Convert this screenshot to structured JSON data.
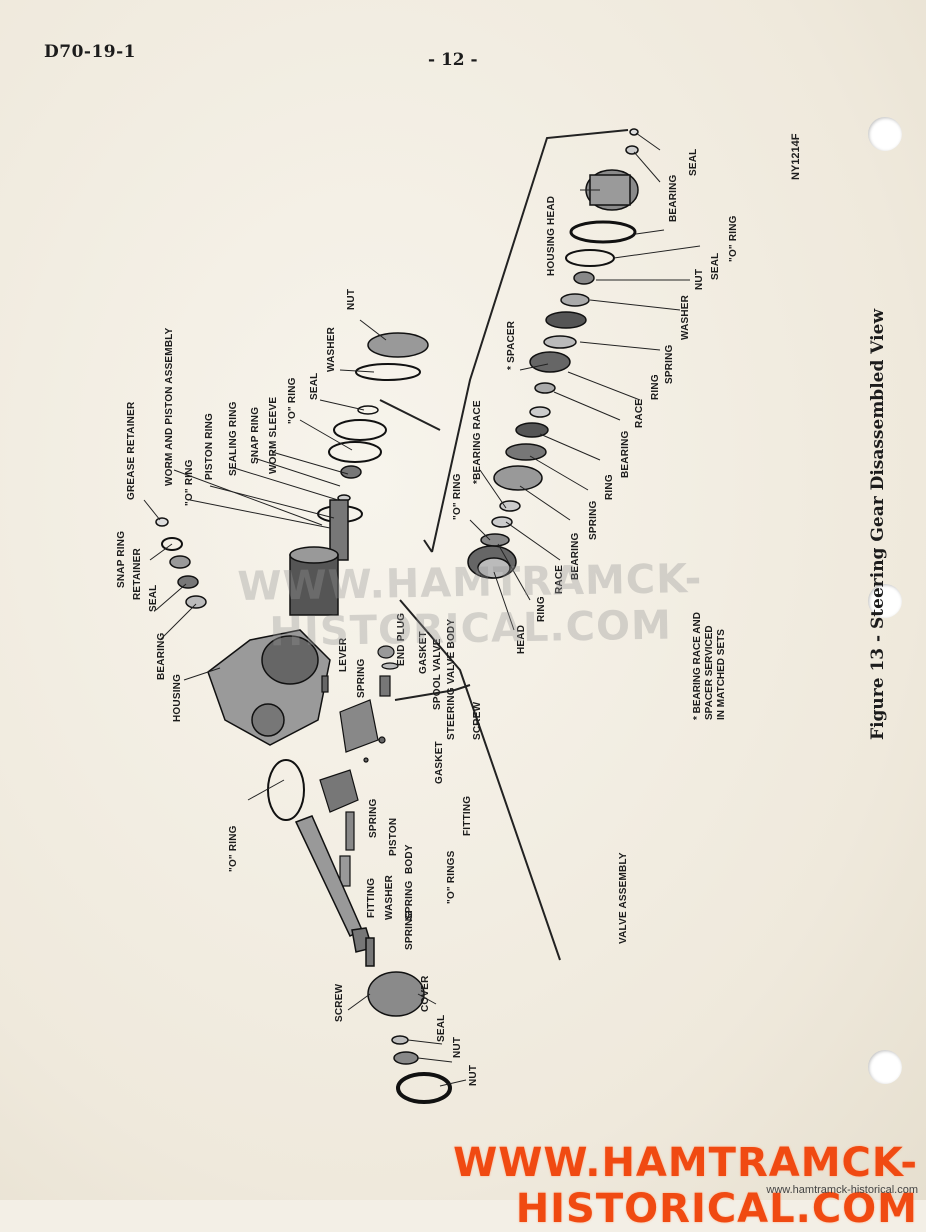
{
  "header": {
    "doc_id": "D70-19-1",
    "page_number": "- 12 -"
  },
  "figure": {
    "caption": "Figure 13 - Steering Gear Disassembled View",
    "code": "NY1214F",
    "note_lines": [
      "* BEARING RACE AND",
      "SPACER SERVICED",
      "IN MATCHED SETS"
    ]
  },
  "labels": {
    "grease_retainer": "GREASE RETAINER",
    "worm_piston": "WORM AND PISTON ASSEMBLY",
    "o_ring_1": "\"O\" RING",
    "piston_ring": "PISTON RING",
    "sealing_ring": "SEALING RING",
    "snap_ring_1": "SNAP RING",
    "worm_sleeve": "WORM SLEEVE",
    "o_ring_2": "\"O\" RING",
    "seal_1": "SEAL",
    "washer_1": "WASHER",
    "nut_1": "NUT",
    "snap_ring_2": "SNAP RING",
    "retainer": "RETAINER",
    "seal_2": "SEAL",
    "bearing_1": "BEARING",
    "housing": "HOUSING",
    "lever": "LEVER",
    "spring_1": "SPRING",
    "end_plug": "END PLUG",
    "gasket_1": "GASKET",
    "spool_valve": "SPOOL VALVE",
    "steering_valve_body": "STEERING VALVE BODY",
    "screw_1": "SCREW",
    "gasket_2": "GASKET",
    "fitting_1": "FITTING",
    "o_rings": "\"O\" RINGS",
    "valve_assembly": "VALVE ASSEMBLY",
    "o_ring_3": "\"O\" RING",
    "spring_2": "SPRING",
    "piston": "PISTON",
    "body": "BODY",
    "spring_3": "SPRING",
    "fitting_2": "FITTING",
    "washer_2": "WASHER",
    "spring_4": "SPRING",
    "screw_2": "SCREW",
    "cover": "COVER",
    "seal_3": "SEAL",
    "nut_2": "NUT",
    "nut_3": "NUT",
    "o_ring_4": "\"O\" RING",
    "bearing_race": "*BEARING RACE",
    "head": "HEAD",
    "ring_1": "RING",
    "race_1": "RACE",
    "bearing_2": "BEARING",
    "spring_5": "SPRING",
    "ring_2": "RING",
    "bearing_3": "BEARING",
    "race_2": "RACE",
    "ring_3": "RING",
    "spring_6": "SPRING",
    "washer_3": "WASHER",
    "nut_4": "NUT",
    "seal_4": "SEAL",
    "o_ring_5": "\"O\" RING",
    "spacer": "* SPACER",
    "housing_head": "HOUSING HEAD",
    "bearing_4": "BEARING",
    "seal_5": "SEAL"
  },
  "watermark": {
    "middle": "WWW.HAMTRAMCK-HISTORICAL.COM",
    "bottom": "WWW.HAMTRAMCK-HISTORICAL.COM",
    "url": "www.hamtramck-historical.com"
  }
}
